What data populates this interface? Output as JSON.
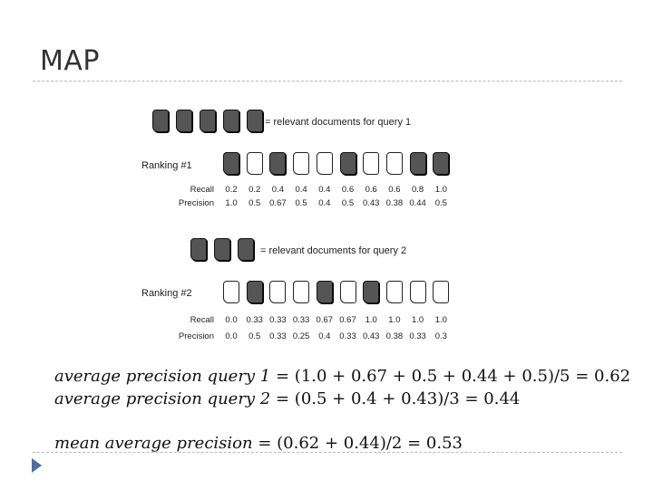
{
  "title": "MAP",
  "query1": {
    "legend": "= relevant documents for query 1",
    "ranking_label": "Ranking #1",
    "docs": [
      "rel",
      "non",
      "rel",
      "non",
      "non",
      "rel",
      "non",
      "non",
      "rel",
      "rel"
    ],
    "recall_label": "Recall",
    "precision_label": "Precision",
    "recall": [
      "0.2",
      "0.2",
      "0.4",
      "0.4",
      "0.4",
      "0.6",
      "0.6",
      "0.6",
      "0.8",
      "1.0"
    ],
    "precision": [
      "1.0",
      "0.5",
      "0.67",
      "0.5",
      "0.4",
      "0.5",
      "0.43",
      "0.38",
      "0.44",
      "0.5"
    ]
  },
  "query2": {
    "legend": "= relevant documents for query 2",
    "ranking_label": "Ranking #2",
    "docs": [
      "non",
      "rel",
      "non",
      "non",
      "rel",
      "non",
      "rel",
      "non",
      "non",
      "non"
    ],
    "recall_label": "Recall",
    "precision_label": "Precision",
    "recall": [
      "0.0",
      "0.33",
      "0.33",
      "0.33",
      "0.67",
      "0.67",
      "1.0",
      "1.0",
      "1.0",
      "1.0"
    ],
    "precision": [
      "0.0",
      "0.5",
      "0.33",
      "0.25",
      "0.4",
      "0.33",
      "0.43",
      "0.38",
      "0.33",
      "0.3"
    ]
  },
  "formulas": {
    "line1_lhs": "average precision query 1",
    "line1_rhs": "= (1.0 + 0.67 + 0.5 + 0.44 + 0.5)/5 = 0.62",
    "line2_lhs": "average precision query 2",
    "line2_rhs": "= (0.5 + 0.4 + 0.43)/3 = 0.44",
    "line3_lhs": "mean average precision",
    "line3_rhs": "= (0.62 + 0.44)/2 = 0.53"
  }
}
